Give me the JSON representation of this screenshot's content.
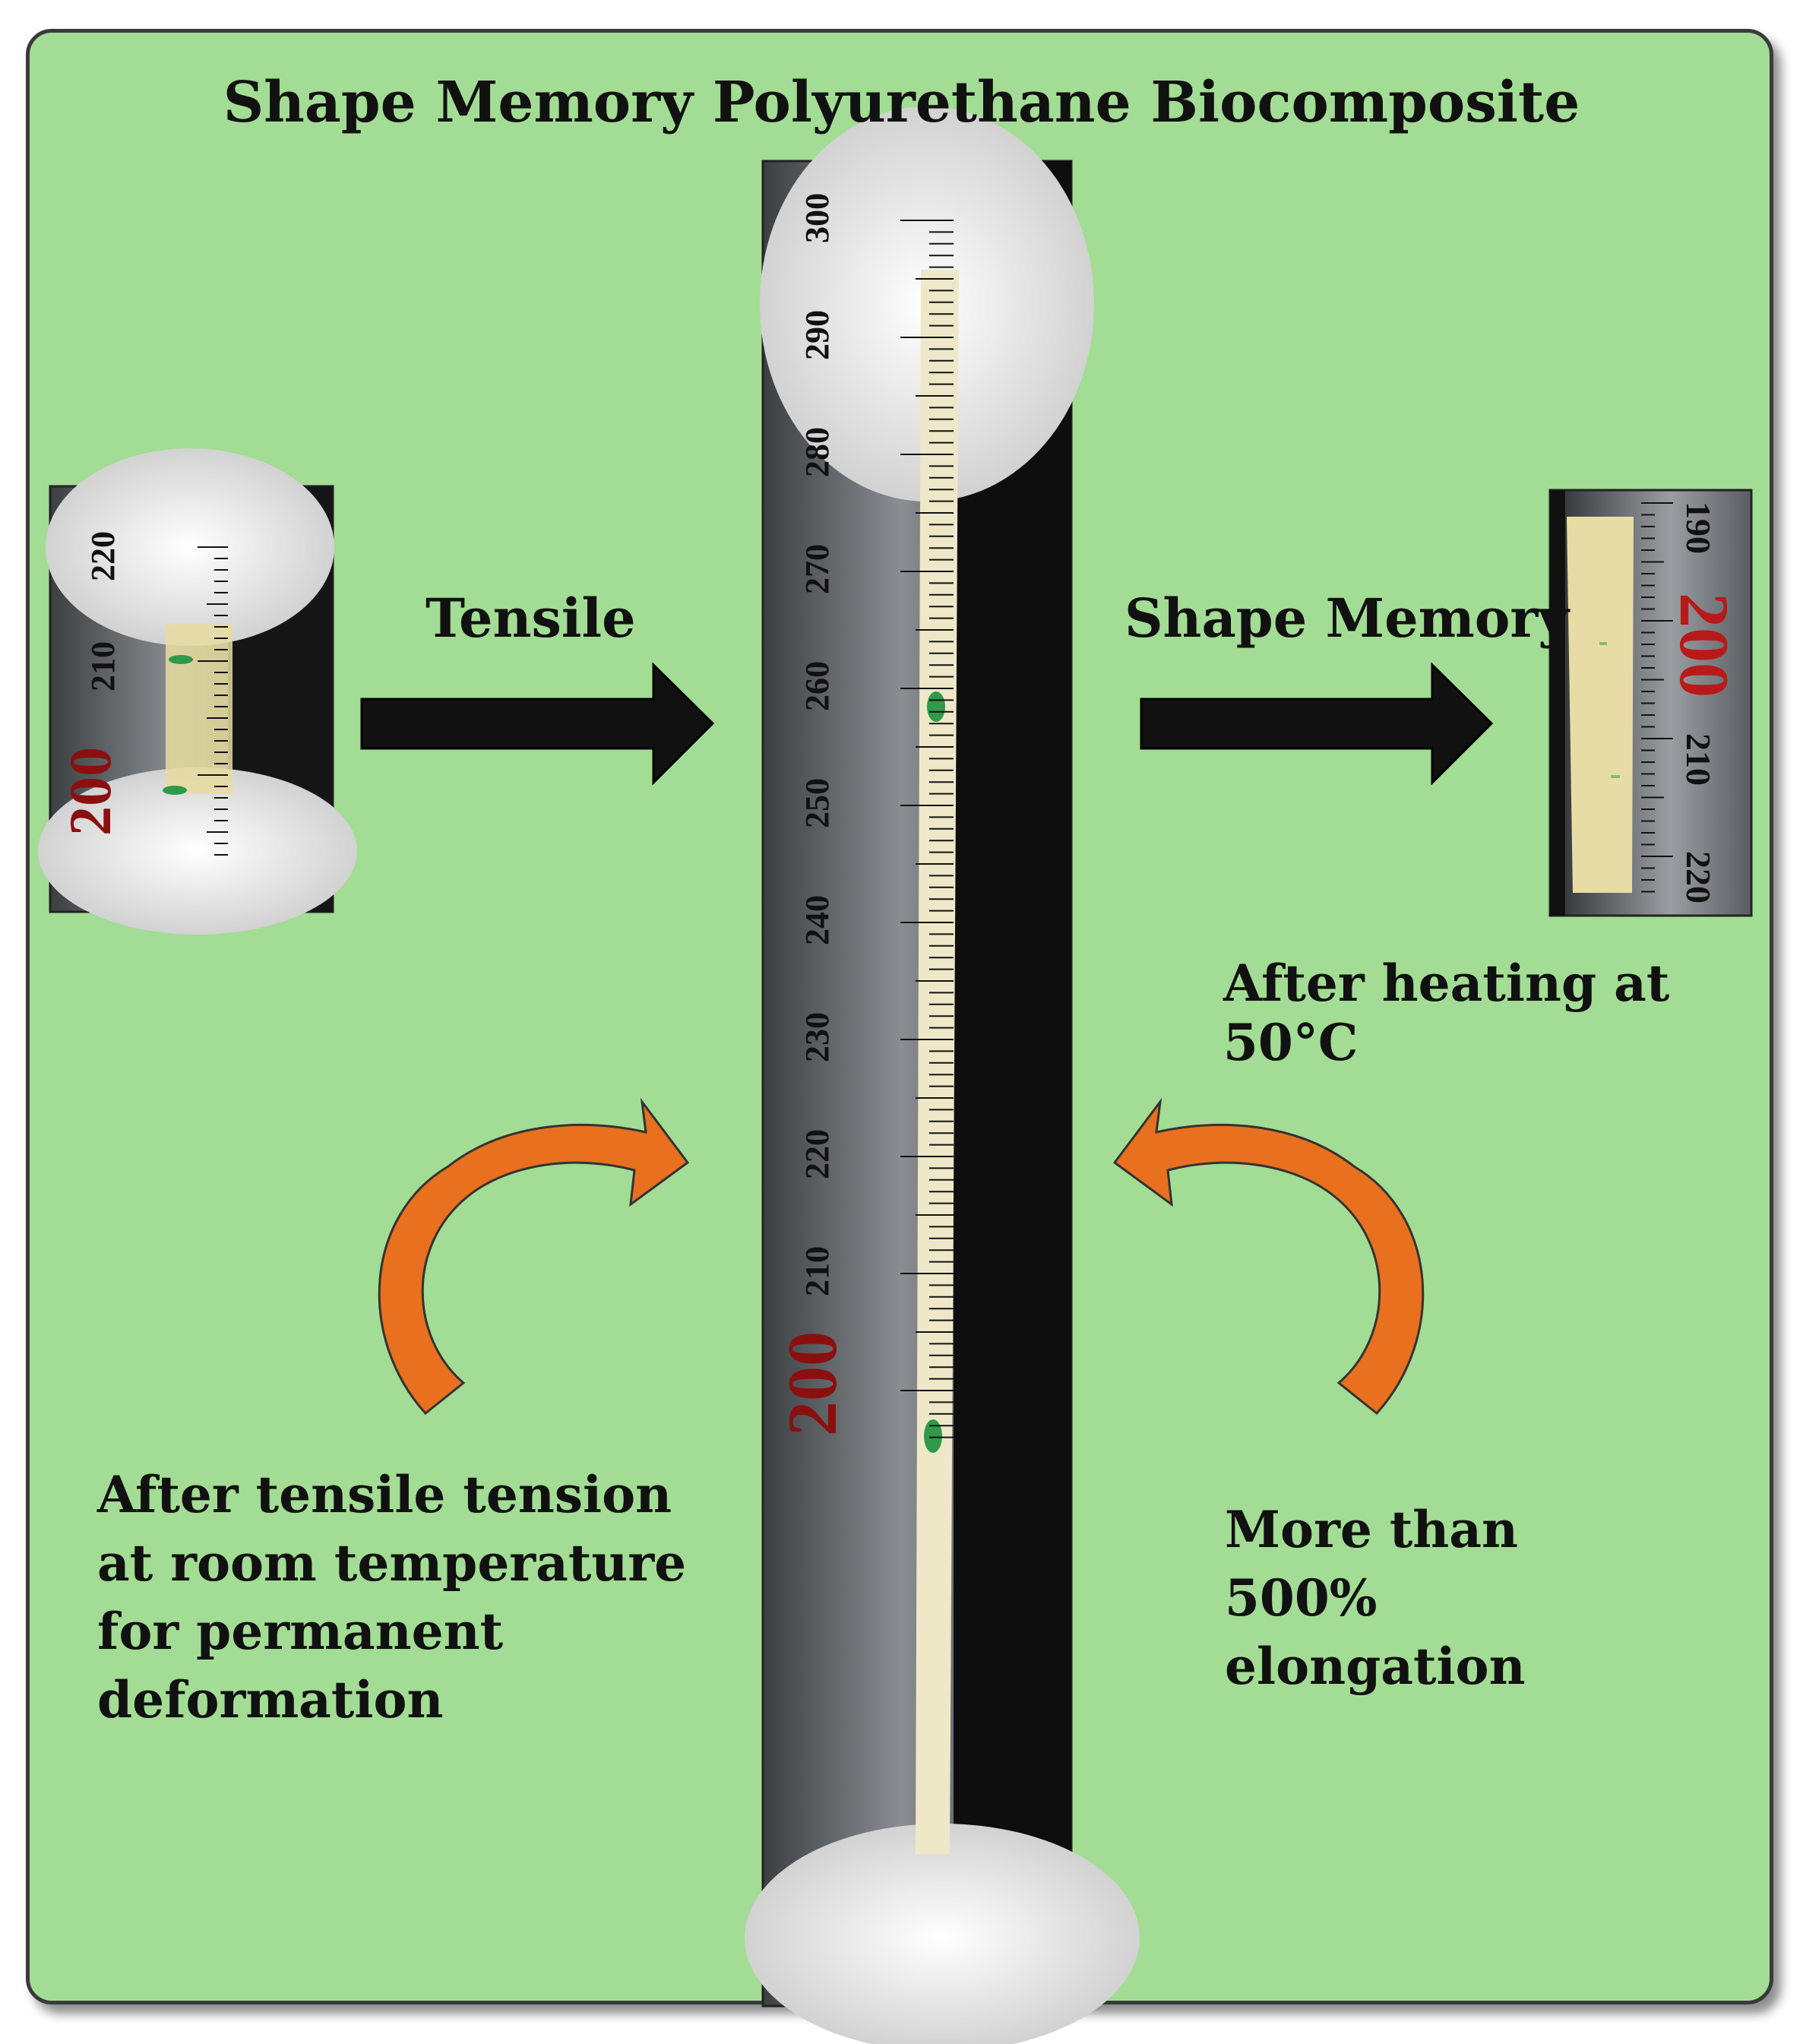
{
  "title": "Shape Memory Polyurethane Biocomposite",
  "labels": {
    "tensile": "Tensile",
    "shape_memory": "Shape Memory",
    "after_heating": "After heating at 50°C",
    "after_tensile": "After tensile tension at room temperature for permanent deformation",
    "elongation": "More than 500% elongation"
  },
  "ruler_ticks": {
    "left_photo": [
      "200",
      "210",
      "220"
    ],
    "center_photo": [
      "200",
      "210",
      "220",
      "230",
      "240",
      "250",
      "260",
      "270",
      "280",
      "290",
      "300"
    ],
    "right_photo": [
      "190",
      "200",
      "210",
      "220"
    ]
  },
  "colors": {
    "panel_bg": "#a3dc94",
    "arrow_dark": "#111111",
    "arrow_curved": "#e8701e",
    "ruler_metal": "#5b5f63",
    "sample_strip": "#eee8c8",
    "marker_green": "#2e9a4a"
  },
  "icons": [
    "right-arrow-icon",
    "curved-arrow-icon"
  ]
}
